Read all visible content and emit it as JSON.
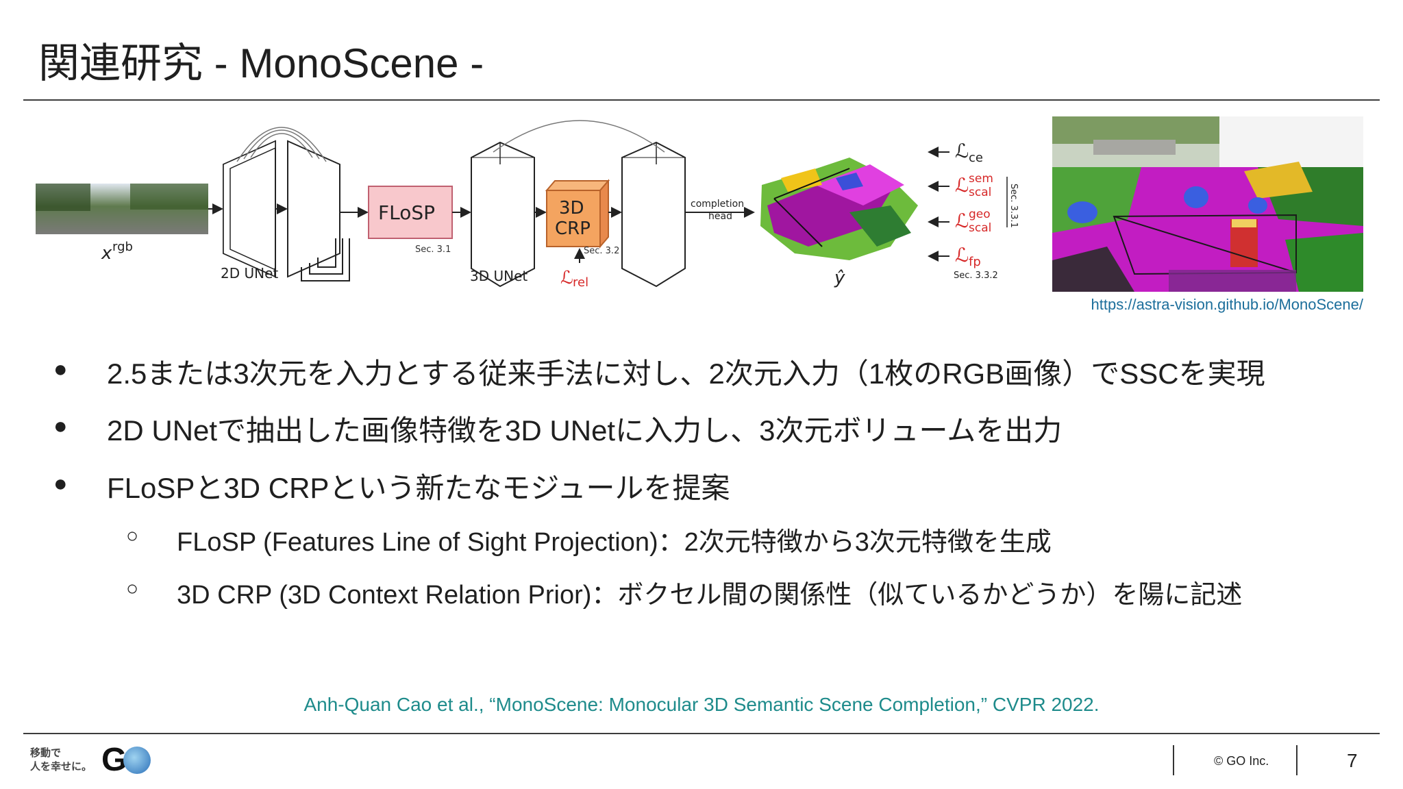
{
  "title": "関連研究 - MonoScene -",
  "diagram": {
    "input_label": "x",
    "input_sup": "rgb",
    "unet2d_label": "2D UNet",
    "flosp_label": "FLoSP",
    "flosp_sec": "Sec. 3.1",
    "unet3d_label": "3D UNet",
    "crp_line1": "3D",
    "crp_line2": "CRP",
    "crp_sec": "Sec. 3.2",
    "rel_loss": "ℒ",
    "rel_sub": "rel",
    "completion_line1": "completion",
    "completion_line2": "head",
    "output_label": "ŷ",
    "loss_ce_sub": "ce",
    "loss_sem_sup": "sem",
    "loss_sem_sub": "scal",
    "loss_geo_sup": "geo",
    "loss_geo_sub": "scal",
    "loss_fp_sub": "fp",
    "sec_331": "Sec. 3.3.1",
    "sec_332": "Sec. 3.3.2",
    "crp_color": "#f4a460",
    "flosp_color": "#f8c8cc",
    "rel_color": "#d62828"
  },
  "url": "https://astra-vision.github.io/MonoScene/",
  "bullets": [
    "2.5または3次元を入力とする従来手法に対し、2次元入力（1枚のRGB画像）でSSCを実現",
    "2D UNetで抽出した画像特徴を3D UNetに入力し、3次元ボリュームを出力",
    "FLoSPと3D CRPという新たなモジュールを提案"
  ],
  "sub_bullets": [
    "FLoSP (Features Line of Sight Projection)：2次元特徴から3次元特徴を生成",
    "3D CRP (3D Context Relation Prior)：ボクセル間の関係性（似ているかどうか）を陽に記述"
  ],
  "bullet_glyph": "●",
  "sub_bullet_glyph": "○",
  "citation": "Anh-Quan Cao et al., “MonoScene: Monocular 3D Semantic Scene Completion,” CVPR 2022.",
  "footer": {
    "logo_text_line1": "移動で",
    "logo_text_line2": "人を幸せに。",
    "logo_mark": "GO",
    "copyright": "© GO Inc.",
    "page_number": "7"
  }
}
